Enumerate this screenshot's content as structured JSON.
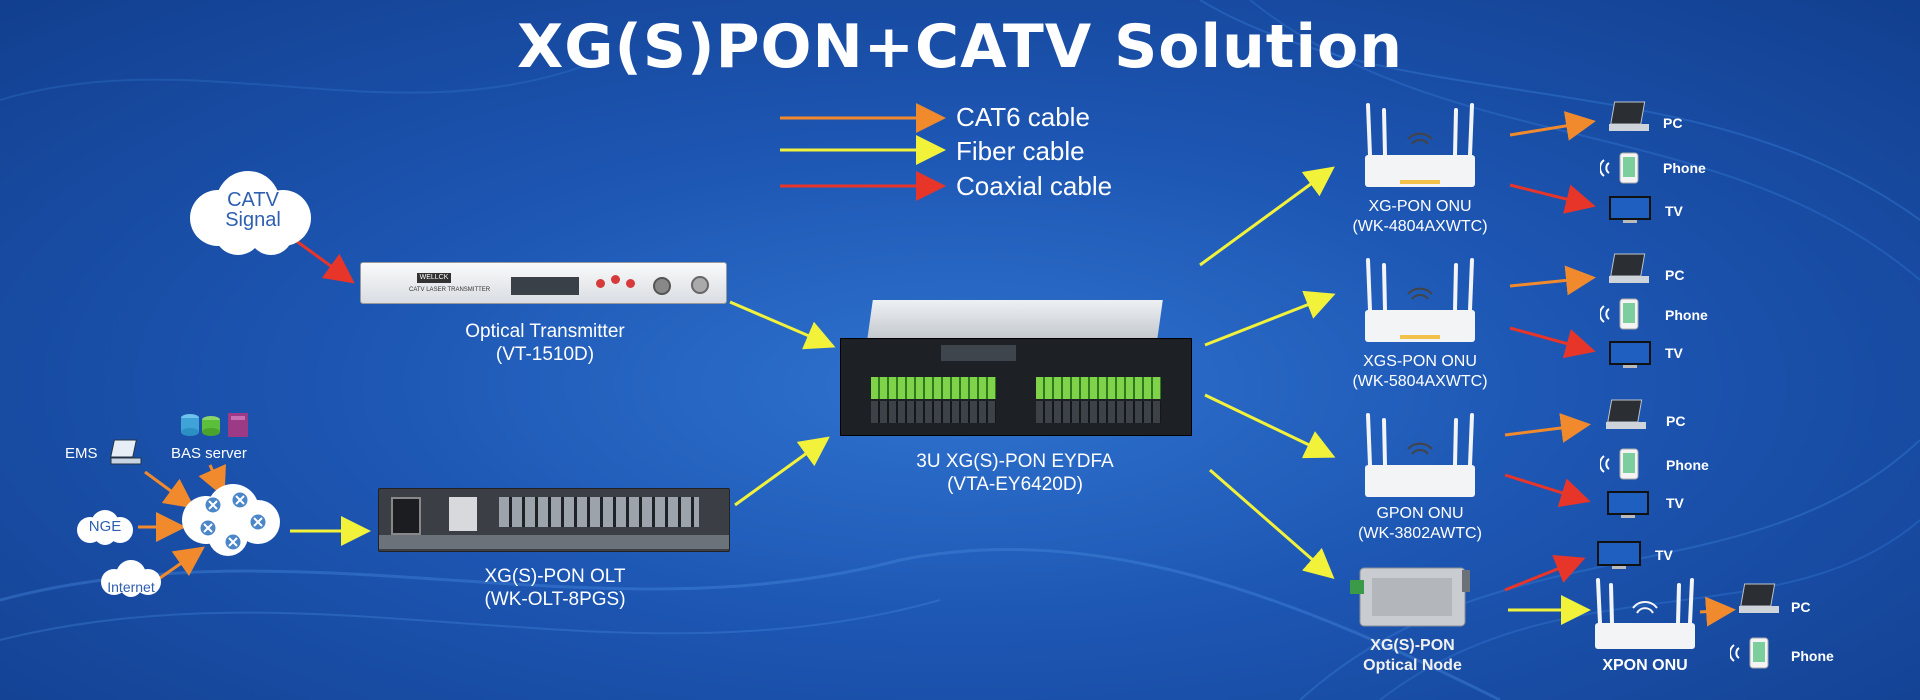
{
  "title": "XG(S)PON+CATV Solution",
  "legend": [
    {
      "label": "CAT6 cable",
      "color": "#f08a2c"
    },
    {
      "label": "Fiber cable",
      "color": "#f2f23a"
    },
    {
      "label": "Coaxial cable",
      "color": "#e8352a"
    }
  ],
  "left": {
    "catv_signal": {
      "line1": "CATV",
      "line2": "Signal"
    },
    "transmitter": {
      "brand": "WELLCK",
      "panel": "CATV LASER TRANSMITTER",
      "name": "Optical Transmitter",
      "model": "(VT-1510D)"
    },
    "ems": "EMS",
    "bas": "BAS server",
    "nge": "NGE",
    "internet": "Internet",
    "olt": {
      "name": "XG(S)-PON OLT",
      "model": "(WK-OLT-8PGS)"
    }
  },
  "center": {
    "edfa": {
      "name": "3U XG(S)-PON EYDFA",
      "model": "(VTA-EY6420D)"
    }
  },
  "right": {
    "devices": [
      {
        "name": "XG-PON ONU",
        "model": "(WK-4804AXWTC)",
        "terminals": [
          "PC",
          "Phone",
          "TV"
        ]
      },
      {
        "name": "XGS-PON ONU",
        "model": "(WK-5804AXWTC)",
        "terminals": [
          "PC",
          "Phone",
          "TV"
        ]
      },
      {
        "name": "GPON ONU",
        "model": "(WK-3802AWTC)",
        "terminals": [
          "PC",
          "Phone",
          "TV"
        ]
      }
    ],
    "node": {
      "name": "XG(S)-PON",
      "name2": "Optical Node",
      "tv": "TV"
    },
    "xpon": {
      "name": "XPON ONU",
      "terminals": [
        "PC",
        "Phone"
      ]
    }
  },
  "colors": {
    "cat6": "#f08a2c",
    "fiber": "#f2f23a",
    "coax": "#e8352a"
  }
}
